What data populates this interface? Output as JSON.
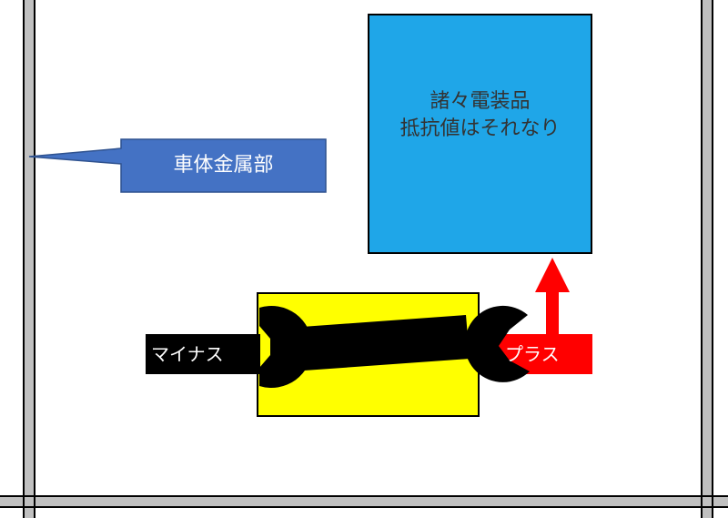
{
  "labels": {
    "car_body_metal": "車体金属部",
    "electrical_components_line1": "諸々電装品",
    "electrical_components_line2": "抵抗値はそれなり",
    "minus": "マイナス",
    "plus": "プラス"
  },
  "colors": {
    "frame_gray": "#c0c0c0",
    "callout_blue": "#4472c4",
    "device_blue": "#1fa6e8",
    "battery_yellow": "#ffff00",
    "minus_black": "#000000",
    "plus_red": "#ff0000",
    "arrow_red": "#ff0000",
    "wrench_black": "#000000"
  },
  "icons": {
    "wrench": "wrench-icon",
    "arrow": "arrow-up-icon"
  }
}
